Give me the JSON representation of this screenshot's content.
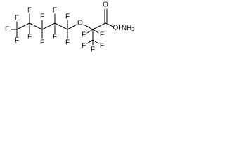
{
  "structure": {
    "bond_color": "#000000",
    "atoms": {
      "f_c1_top": "F",
      "f_c1_left": "F",
      "f_c1_bottom": "F",
      "f_c2_top": "F",
      "f_c2_bottom": "F",
      "f_c3_top": "F",
      "f_c3_bottom": "F",
      "f_c4_top": "F",
      "f_c4_bottom": "F",
      "f_c5_top": "F",
      "f_c5_bottom": "F",
      "ether_oxygen": "O",
      "f_alpha_left": "F",
      "f_alpha_right": "F",
      "f_cf3_left": "F",
      "f_cf3_mid": "F",
      "f_cf3_right": "F",
      "carbonyl_oxygen": "O",
      "hydroxyl": "OH",
      "ammonia": "NH",
      "ammonia_subscript": "3"
    }
  }
}
